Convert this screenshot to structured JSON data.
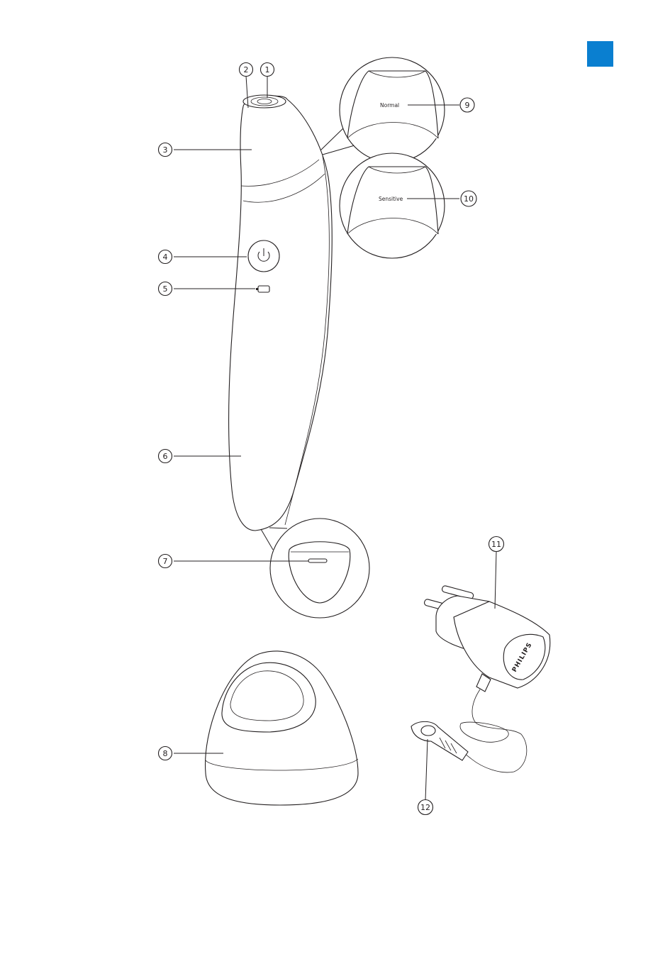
{
  "page_marker": {
    "color": "#0a7fd0"
  },
  "callouts": [
    {
      "id": "c1",
      "number": "1"
    },
    {
      "id": "c2",
      "number": "2"
    },
    {
      "id": "c3",
      "number": "3"
    },
    {
      "id": "c4",
      "number": "4"
    },
    {
      "id": "c5",
      "number": "5"
    },
    {
      "id": "c6",
      "number": "6"
    },
    {
      "id": "c7",
      "number": "7"
    },
    {
      "id": "c8",
      "number": "8"
    },
    {
      "id": "c9",
      "number": "9"
    },
    {
      "id": "c10",
      "number": "10"
    },
    {
      "id": "c11",
      "number": "11"
    },
    {
      "id": "c12",
      "number": "12"
    }
  ],
  "inset_labels": {
    "normal": "Normal",
    "sensitive": "Sensitive"
  },
  "adapter_brand": "PHILIPS",
  "icons": {
    "power": "power-icon",
    "battery": "battery-icon"
  }
}
